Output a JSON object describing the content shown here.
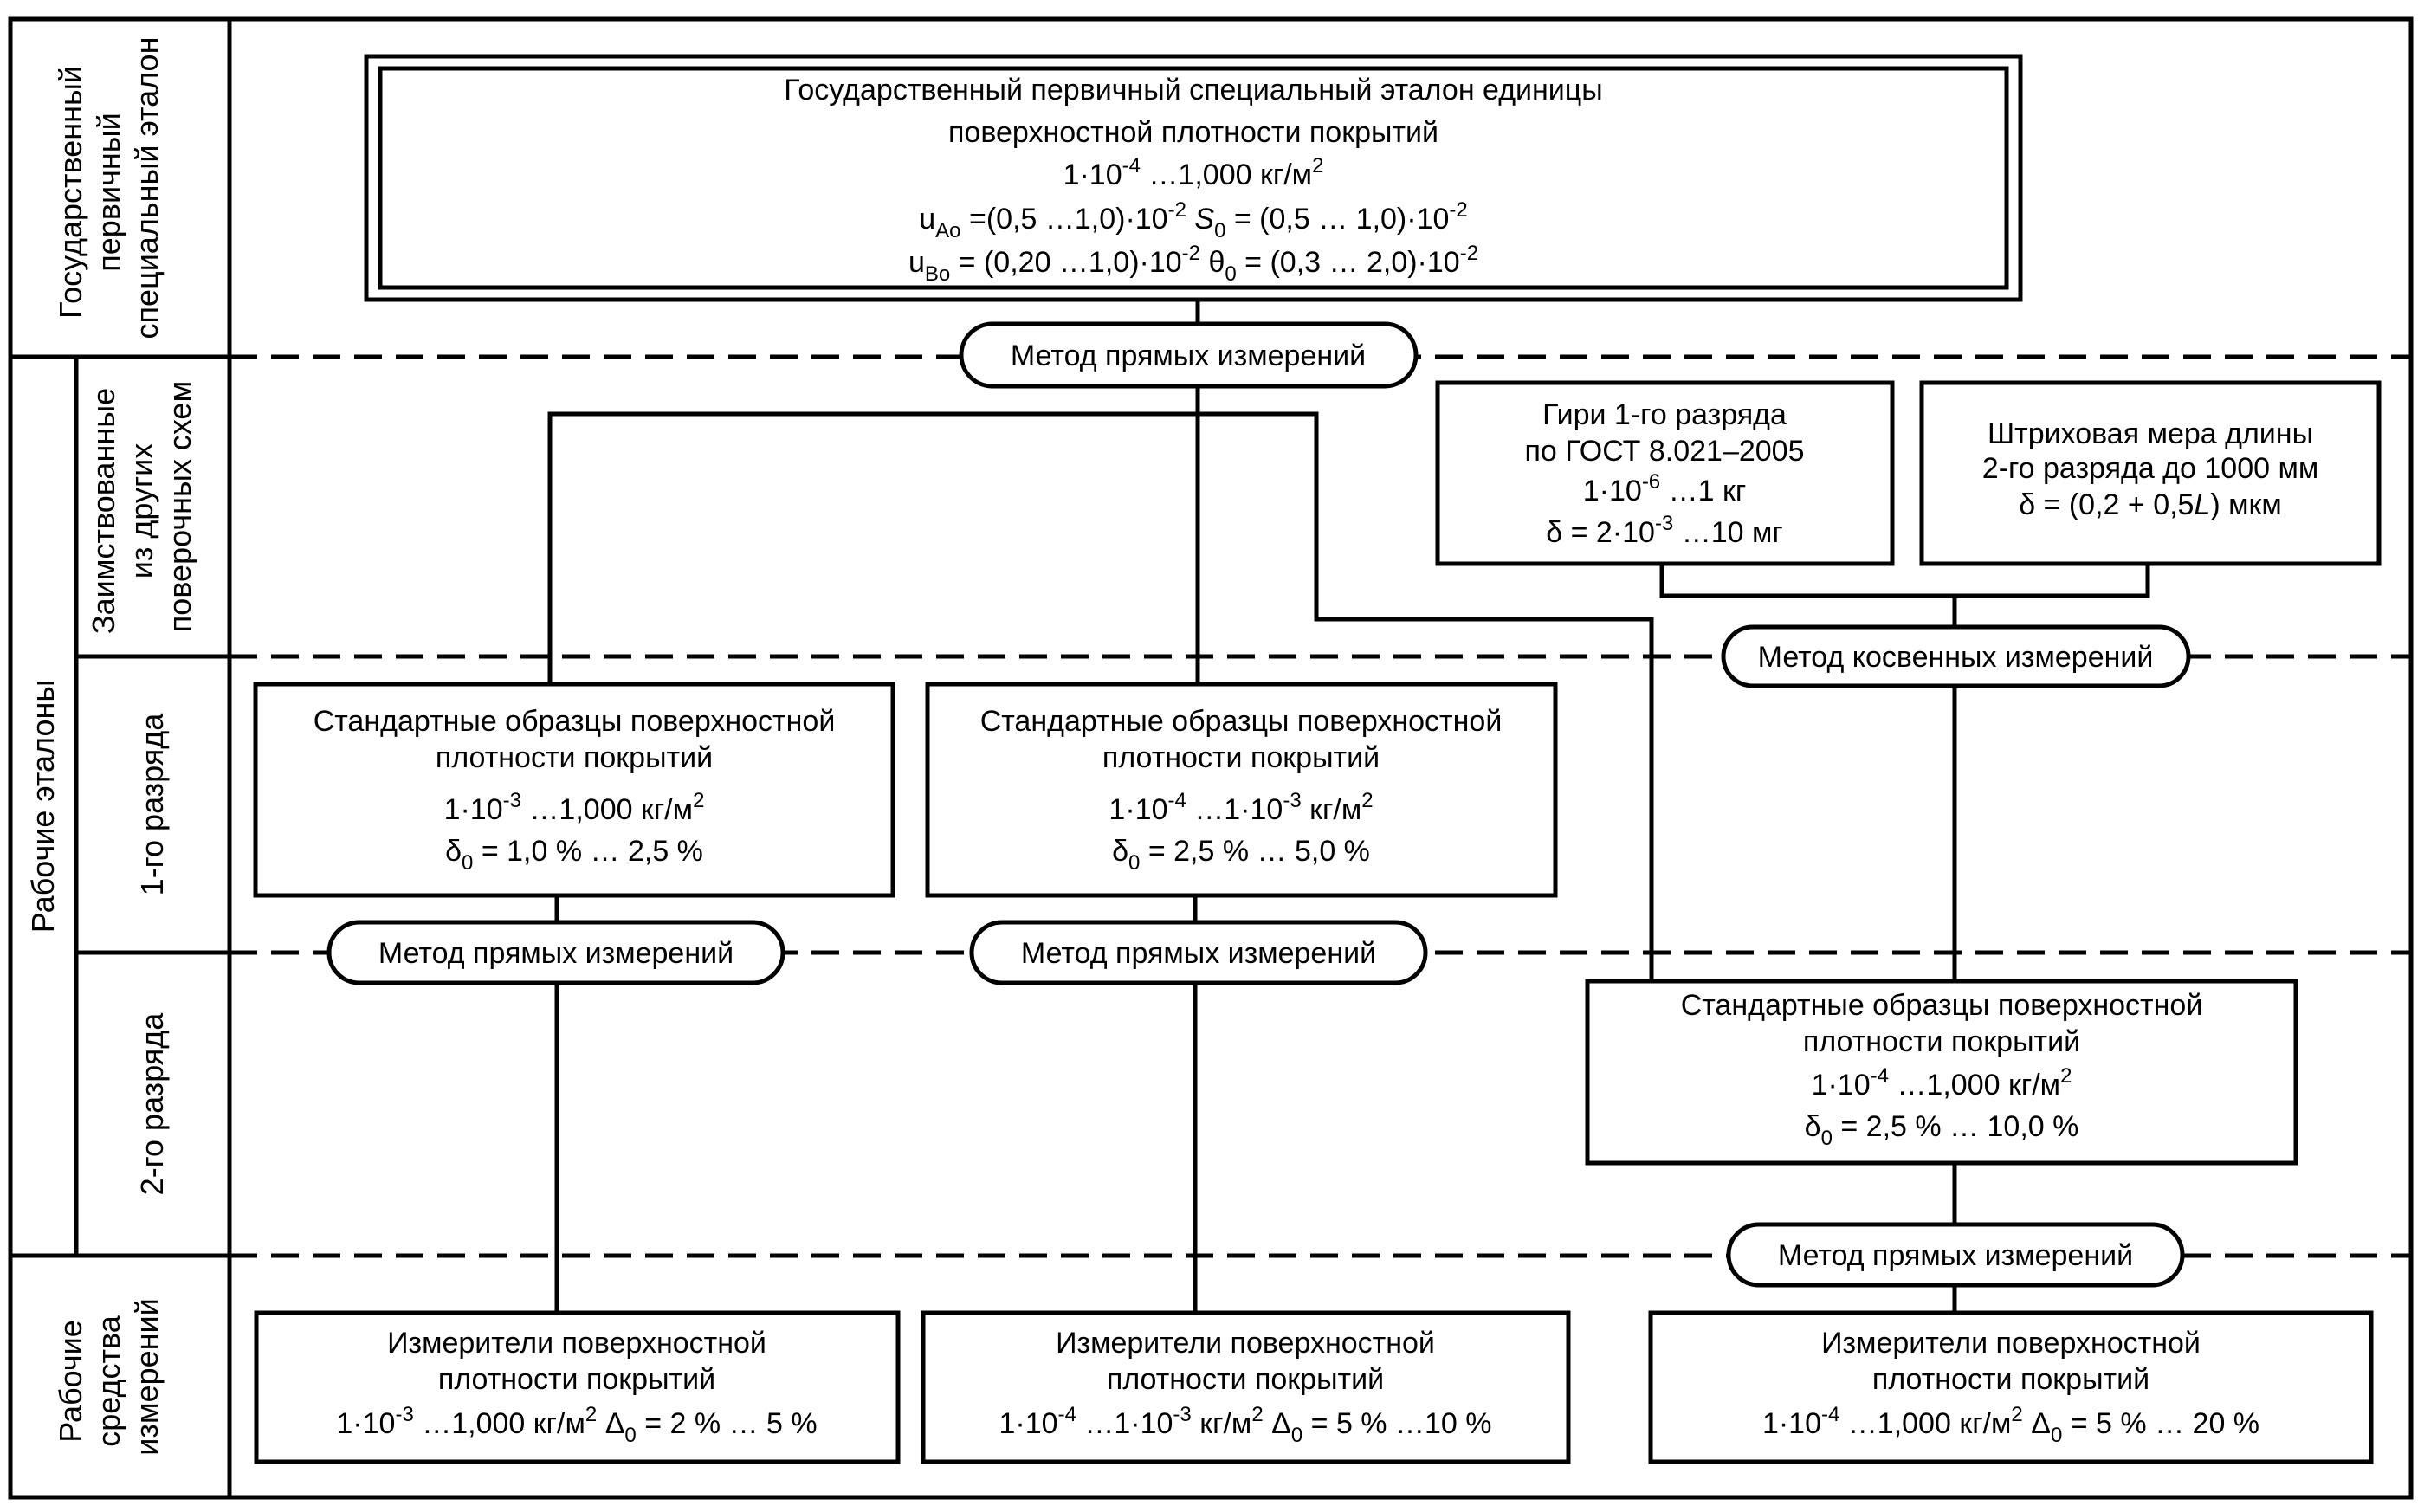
{
  "side_labels": {
    "state": [
      "Государственный",
      "первичный",
      "специальный эталон"
    ],
    "borrowed": [
      "Заимствованные",
      "из других",
      "поверочных схем"
    ],
    "working": [
      "Рабочие эталоны"
    ],
    "rank1": [
      "1-го разряда"
    ],
    "rank2": [
      "2-го разряда"
    ],
    "instruments": [
      "Рабочие",
      "средства",
      "измерений"
    ]
  },
  "primary_standard": {
    "title1": "Государственный первичный специальный эталон единицы",
    "title2": "поверхностной плотности покрытий",
    "range": {
      "base": "1·10",
      "exp": "-4",
      "tail": " …1,000 кг/м",
      "unit_exp": "2"
    },
    "line4a": {
      "sym": "u",
      "sub": "Ao",
      "text": " =(0,5 …1,0)·10",
      "exp": "-2"
    },
    "line4b": {
      "sym": "S",
      "sub": "0",
      "text": " = (0,5 … 1,0)·10",
      "exp": "-2"
    },
    "line5a": {
      "sym": "u",
      "sub": "Bo",
      "text": " = (0,20 …1,0)·10",
      "exp": "-2"
    },
    "line5b": {
      "sym": "θ",
      "sub": "0",
      "text": " = (0,3 … 2,0)·10",
      "exp": "-2"
    }
  },
  "methods": {
    "direct": "Метод прямых измерений",
    "indirect": "Метод косвенных измерений"
  },
  "weights": {
    "l1": "Гири 1-го разряда",
    "l2": "по ГОСТ 8.021–2005",
    "l3": {
      "base": "1·10",
      "exp": "-6",
      "tail": " …1 кг"
    },
    "l4": {
      "base": "δ = 2·10",
      "exp": "-3",
      "tail": " …10 мг"
    }
  },
  "line_measure": {
    "l1": "Штриховая мера длины",
    "l2": "2-го разряда до 1000 мм",
    "l3a": "δ = (0,2 + 0,5",
    "l3b": "L",
    "l3c": ") мкм"
  },
  "rank1_a": {
    "l1": "Стандартные образцы поверхностной",
    "l2": "плотности покрытий",
    "l3": {
      "base": "1·10",
      "exp": "-3",
      "tail": " …1,000 кг/м",
      "unit_exp": "2"
    },
    "l4": {
      "sym": "δ",
      "sub": "0",
      "text": " = 1,0 % … 2,5 %"
    }
  },
  "rank1_b": {
    "l1": "Стандартные образцы поверхностной",
    "l2": "плотности покрытий",
    "l3": {
      "base": "1·10",
      "exp": "-4",
      "mid": " …1·10",
      "mid_exp": "-3",
      "tail": " кг/м",
      "unit_exp": "2"
    },
    "l4": {
      "sym": "δ",
      "sub": "0",
      "text": " = 2,5 % … 5,0 %"
    }
  },
  "rank2": {
    "l1": "Стандартные образцы поверхностной",
    "l2": "плотности покрытий",
    "l3": {
      "base": "1·10",
      "exp": "-4",
      "tail": " …1,000 кг/м",
      "unit_exp": "2"
    },
    "l4": {
      "sym": "δ",
      "sub": "0",
      "text": " = 2,5 % … 10,0 %"
    }
  },
  "inst_a": {
    "l1": "Измерители поверхностной",
    "l2": "плотности покрытий",
    "l3": {
      "base": "1·10",
      "exp": "-3",
      "tail": " …1,000 кг/м",
      "unit_exp": "2",
      "sym": "Δ",
      "sub": "0",
      "text": " = 2 % … 5 %"
    }
  },
  "inst_b": {
    "l1": "Измерители поверхностной",
    "l2": "плотности покрытий",
    "l3": {
      "base": "1·10",
      "exp": "-4",
      "mid": " …1·10",
      "mid_exp": "-3",
      "tail": " кг/м",
      "unit_exp": "2",
      "sym": "Δ",
      "sub": "0",
      "text": " = 5 % …10 %"
    }
  },
  "inst_c": {
    "l1": "Измерители поверхностной",
    "l2": "плотности покрытий",
    "l3": {
      "base": "1·10",
      "exp": "-4",
      "tail": " …1,000 кг/м",
      "unit_exp": "2",
      "sym": "Δ",
      "sub": "0",
      "text": " = 5 % … 20 %"
    }
  }
}
